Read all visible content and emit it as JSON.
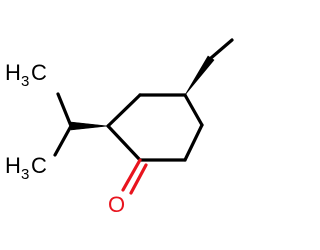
{
  "molecule": {
    "atoms": {
      "methyl_left_top": {
        "element": "H",
        "subscript": "3",
        "suffix": "C"
      },
      "methyl_left_bottom": {
        "element": "H",
        "subscript": "3",
        "suffix": "C"
      },
      "oxygen": {
        "element": "O"
      }
    }
  },
  "colors": {
    "bond": "#000000",
    "oxygen": "#e8141e",
    "background": "#ffffff"
  }
}
